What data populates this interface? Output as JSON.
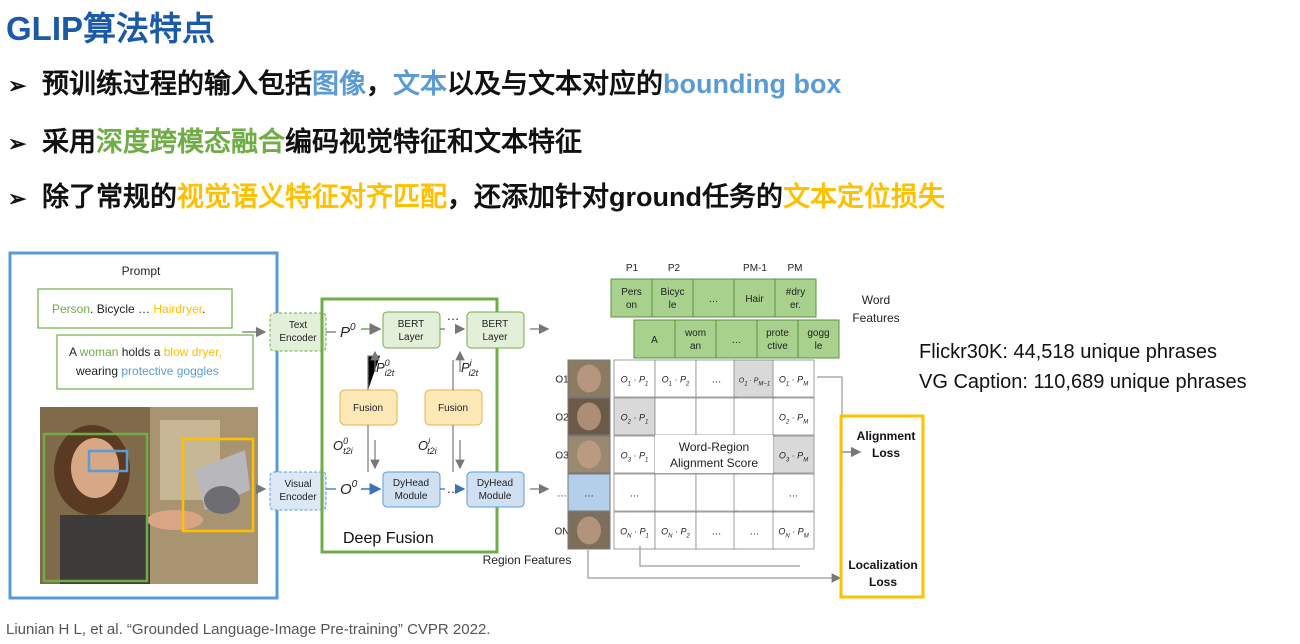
{
  "title": "GLIP算法特点",
  "bullets": [
    {
      "parts": [
        "预训练过程的输入包括",
        "图像",
        "，",
        "文本",
        "以及与文本对应的",
        "bounding box"
      ]
    },
    {
      "parts": [
        "采用",
        "深度跨模态融合",
        "编码视觉特征和文本特征"
      ]
    },
    {
      "parts": [
        "除了常规的",
        "视觉语义特征对齐匹配",
        "，还添加针对ground任务的",
        "文本定位损失"
      ]
    }
  ],
  "colors": {
    "title": "#1a5aa6",
    "blue": "#5b9bd5",
    "green": "#70ad47",
    "yellow": "#ffc000"
  },
  "figure": {
    "prompt_label": "Prompt",
    "prompt1": {
      "person": "Person",
      "rest": ". Bicycle … ",
      "hair": "Hairdryer",
      "end": "."
    },
    "prompt2": {
      "a": "A ",
      "woman": "woman",
      "holds": " holds a ",
      "dryer": "blow dryer,",
      "wearing": "wearing ",
      "goggles": "protective goggles"
    },
    "text_encoder": [
      "Text",
      "Encoder"
    ],
    "visual_encoder": [
      "Visual",
      "Encoder"
    ],
    "bert_layer": [
      "BERT",
      "Layer"
    ],
    "fusion": "Fusion",
    "dyhead": [
      "DyHead",
      "Module"
    ],
    "ellipsis": "…",
    "p0": "P",
    "o0": "O",
    "deep_fusion": "Deep Fusion",
    "region_features": "Region Features",
    "word_features": [
      "Word",
      "Features"
    ],
    "p_labels": [
      "P1",
      "P2",
      "PM-1",
      "PM"
    ],
    "word_row1": [
      [
        "Pers",
        "on"
      ],
      [
        "Bicyc",
        "le"
      ],
      [
        "…",
        ""
      ],
      [
        "Hair",
        ""
      ],
      [
        "#dry",
        "er."
      ]
    ],
    "word_row2": [
      [
        "A",
        ""
      ],
      [
        "wom",
        "an"
      ],
      [
        "…",
        ""
      ],
      [
        "prote",
        "ctive"
      ],
      [
        "gogg",
        "le"
      ]
    ],
    "o_labels": [
      "O1",
      "O2",
      "O3",
      "…",
      "ON"
    ],
    "score_label": [
      "Word-Region",
      "Alignment Score"
    ],
    "alignment_loss": [
      "Alignment",
      "Loss"
    ],
    "localization_loss": [
      "Localization",
      "Loss"
    ]
  },
  "side_notes": [
    "Flickr30K: 44,518 unique phrases",
    "VG Caption: 110,689 unique phrases"
  ],
  "citation": "Liunian H L, et al.  “Grounded Language-Image Pre-training” CVPR 2022."
}
